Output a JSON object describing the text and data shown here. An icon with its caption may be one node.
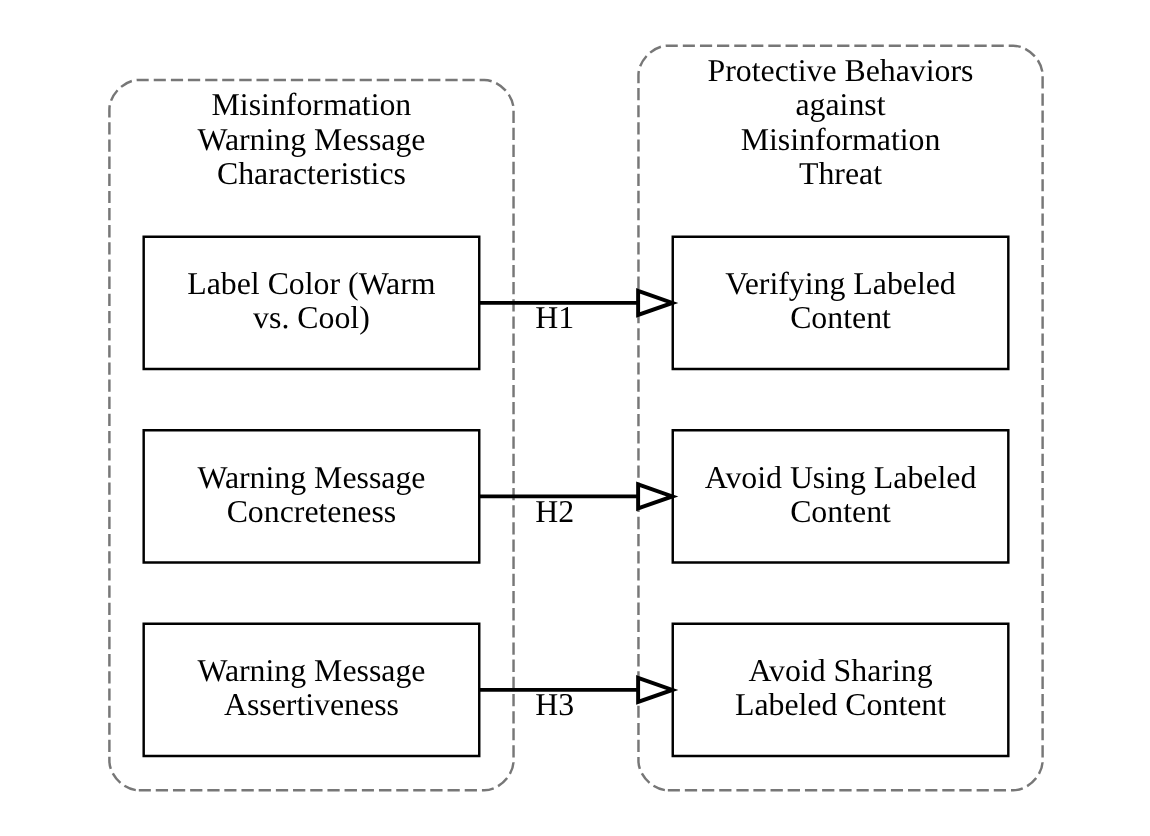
{
  "diagram": {
    "nodes": [
      {
        "text": [
          "Misinformation Warning Message Characteristics"
        ]
      },
      {
        "text": [
          "Label Color (Warm vs. Cool)"
        ],
        "in": 0
      },
      {
        "text": [
          "Warning Message Concreteness"
        ],
        "in": 0
      },
      {
        "text": [
          "Warning Message Assertiveness"
        ],
        "in": 0
      },
      {
        "text": [
          "Protective Behaviors against Misinformation Threat"
        ]
      },
      {
        "text": [
          "Verifying Labeled Content"
        ],
        "in": 4
      },
      {
        "text": [
          "Avoid Using Labeled Content"
        ],
        "in": 4
      },
      {
        "text": [
          "Avoid Sharing Labeled Content"
        ],
        "in": 4
      }
    ],
    "edges": [
      {
        "from": 1,
        "to": 5,
        "arrow": "to",
        "label": "H1"
      },
      {
        "from": 2,
        "to": 6,
        "arrow": "to",
        "label": "H2"
      },
      {
        "from": 3,
        "to": 7,
        "arrow": "to",
        "label": "H3"
      }
    ]
  }
}
